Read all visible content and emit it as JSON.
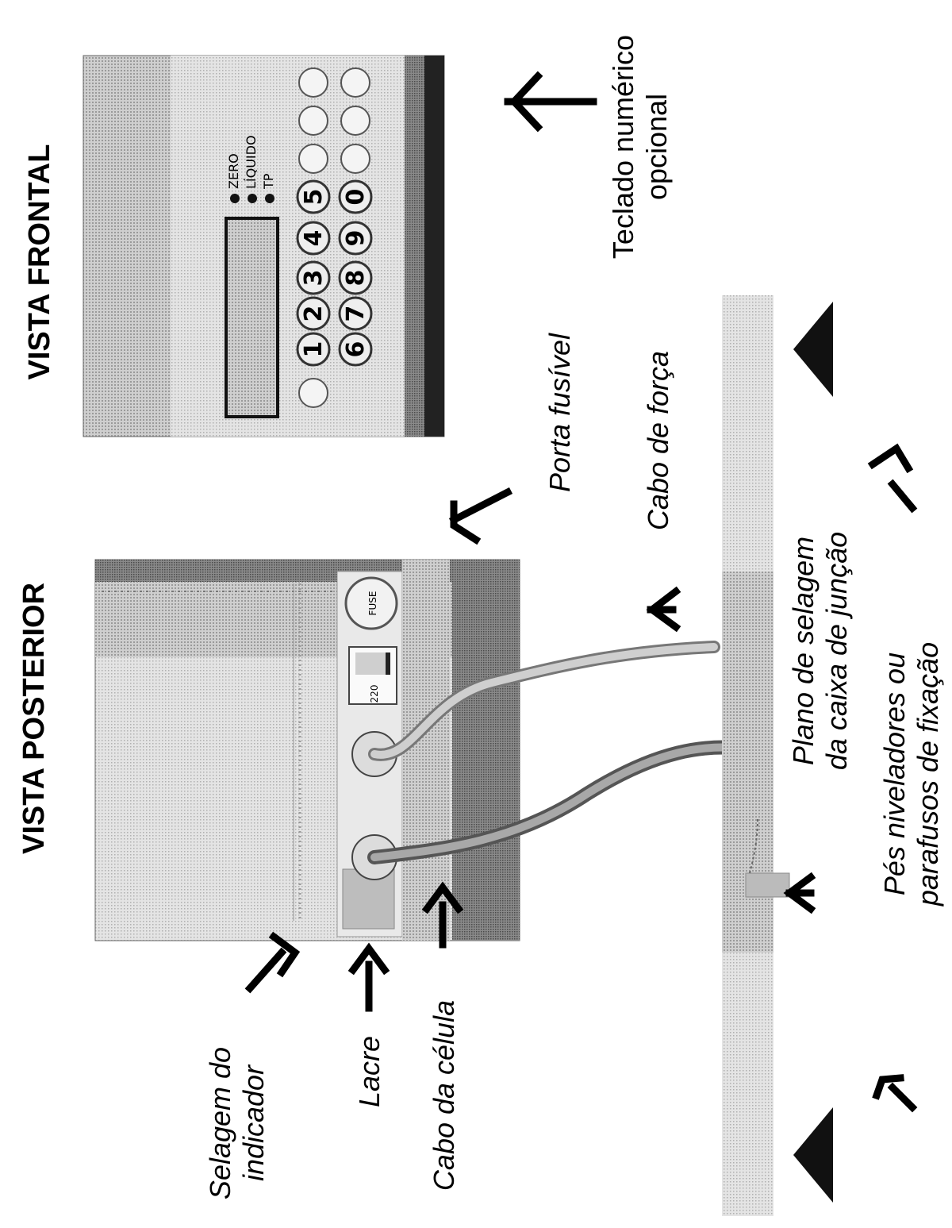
{
  "titles": {
    "rear_view": "VISTA POSTERIOR",
    "front_view": "VISTA FRONTAL"
  },
  "labels": {
    "indicator_seal": [
      "Selagem do",
      "indicador"
    ],
    "seal": "Lacre",
    "cell_cable": "Cabo da  célula",
    "fuse_holder": "Porta fusível",
    "power_cable": "Cabo de força",
    "sealing_plane": [
      "Plano de selagem",
      "da caixa de junção"
    ],
    "leveling_feet": [
      "Pés niveladores ou",
      "parafusos de fixação"
    ],
    "optional_keypad": [
      "Teclado numérico",
      "opcional"
    ]
  },
  "rear_panel": {
    "fuse_label": "FUSE",
    "voltage_label": "220"
  },
  "front_panel": {
    "leds": [
      "ZERO",
      "LÍQUIDO",
      "TP"
    ],
    "keys_row1": [
      "1",
      "2",
      "3",
      "4",
      "5"
    ],
    "keys_row2": [
      "6",
      "7",
      "8",
      "9",
      "0"
    ]
  }
}
